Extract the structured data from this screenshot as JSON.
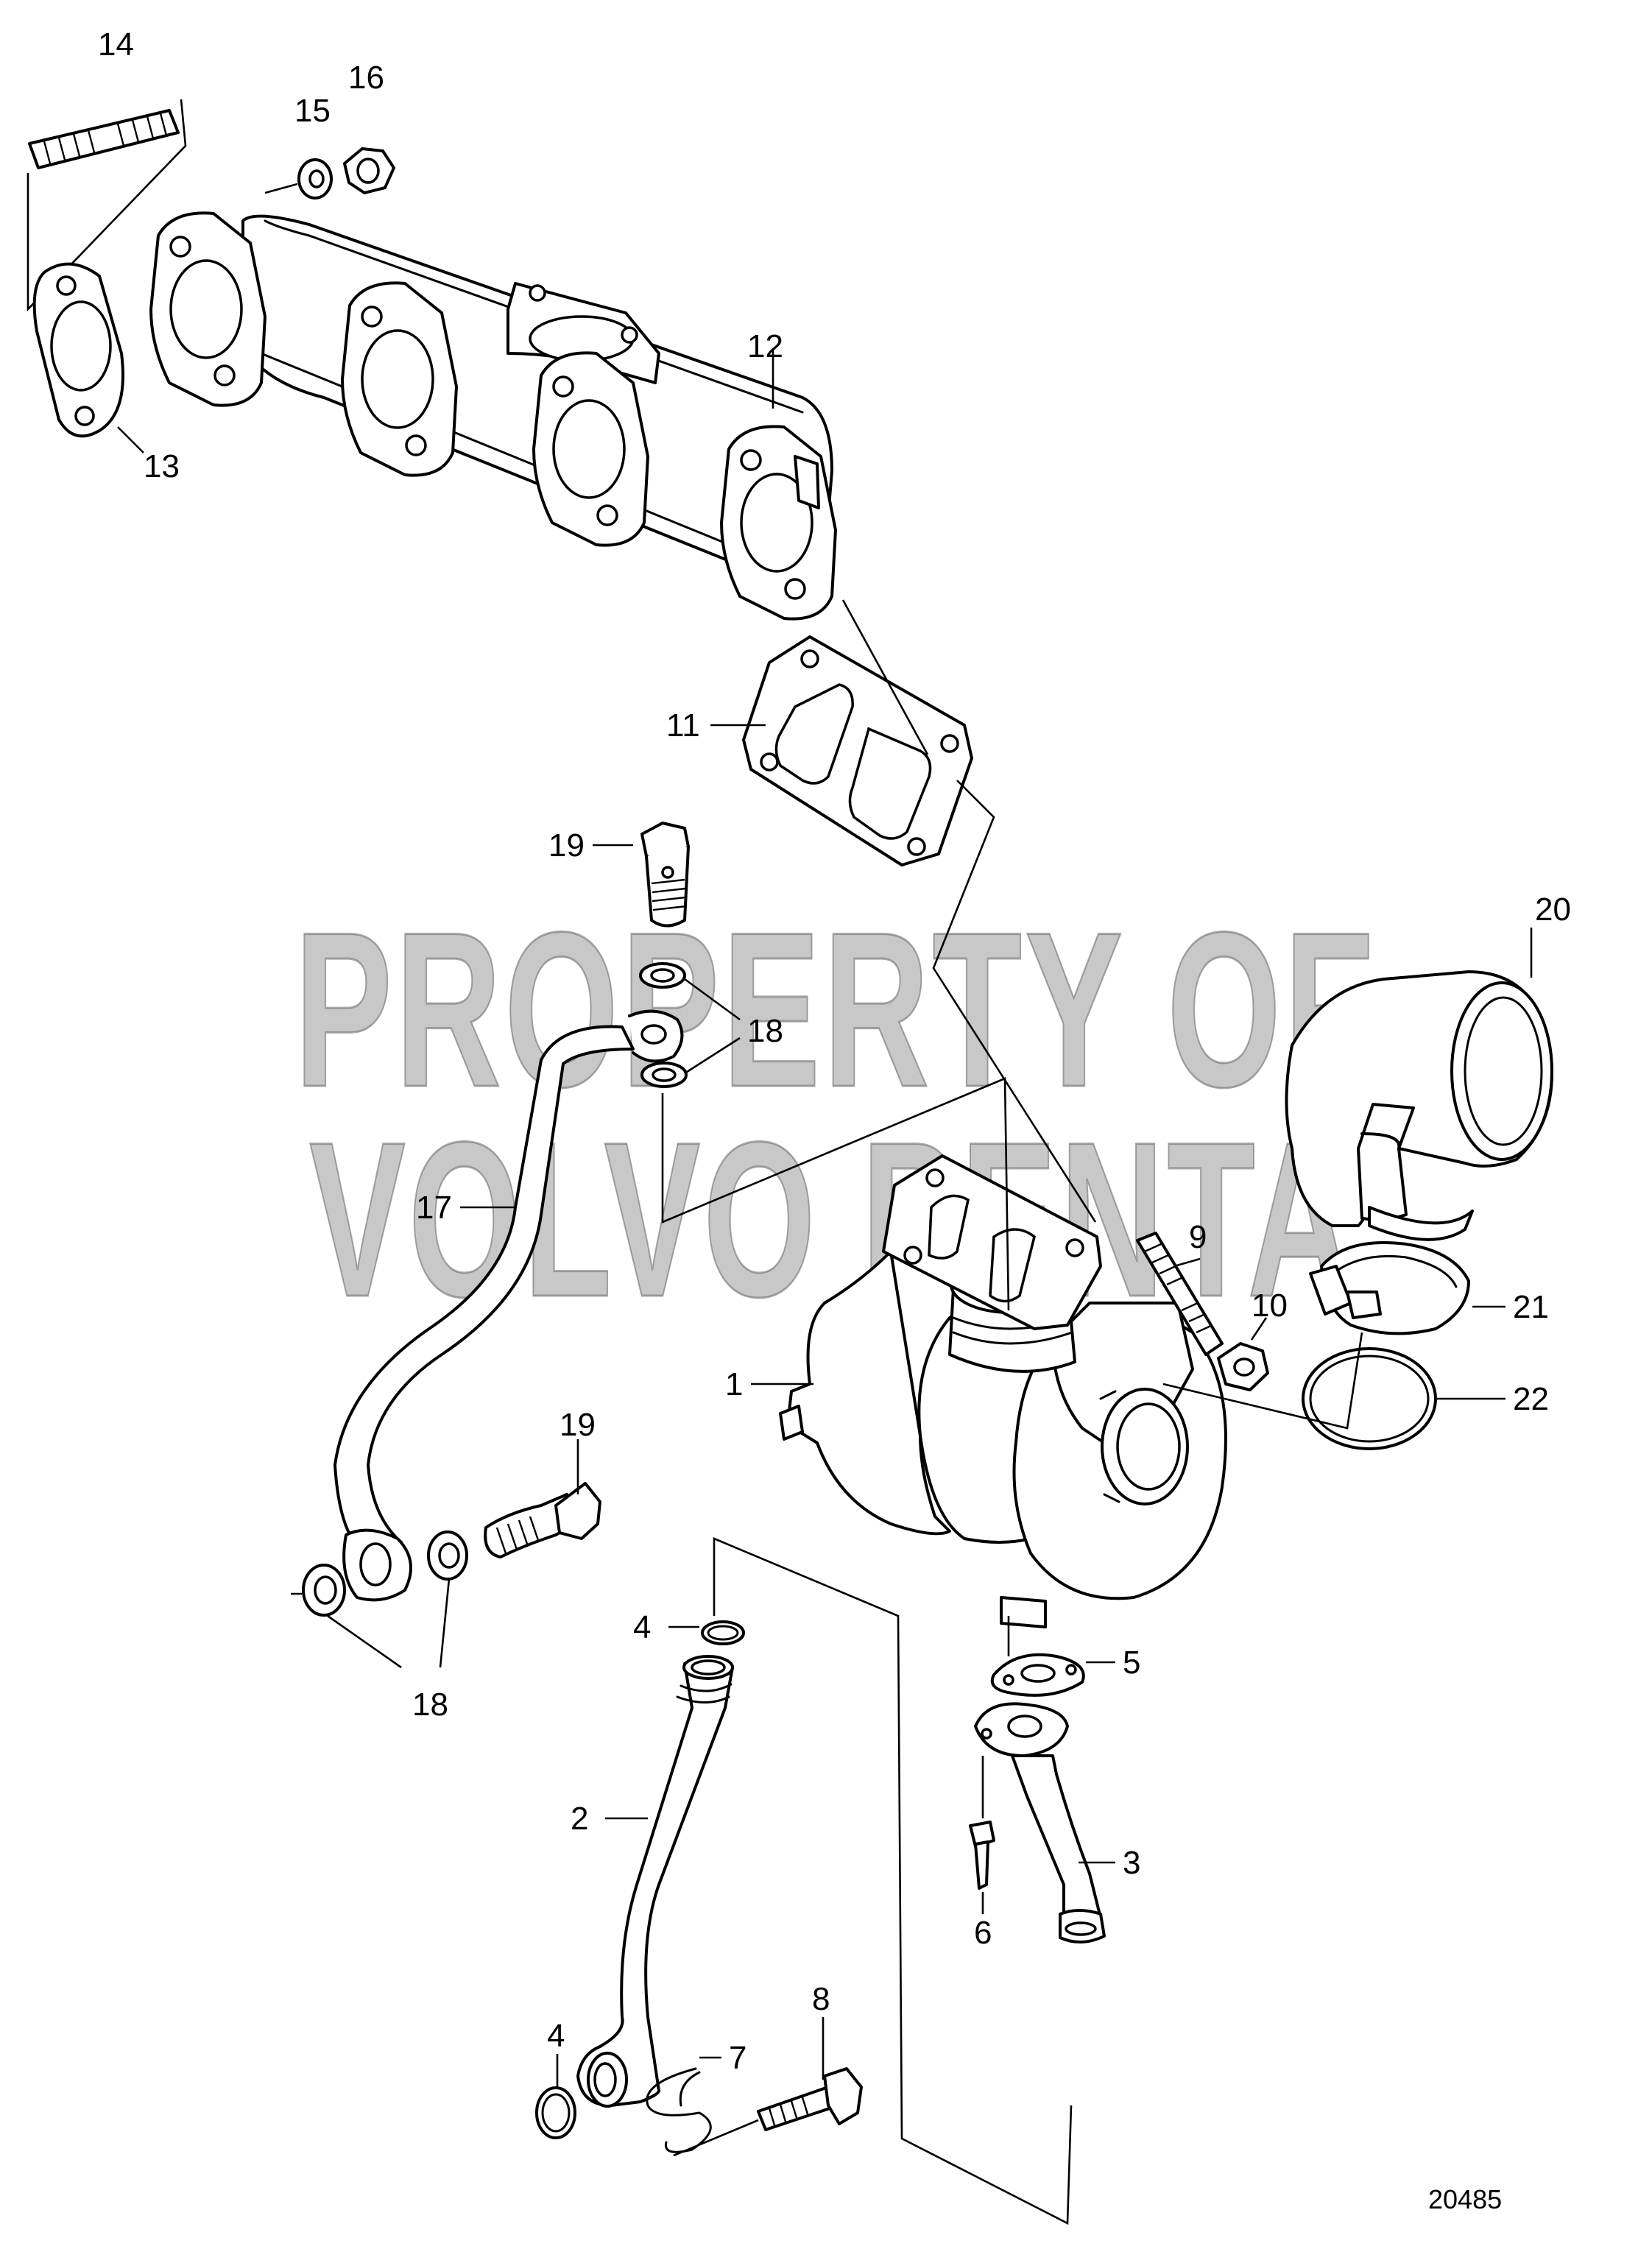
{
  "watermark": {
    "line1": "PROPERTY OF",
    "line2": "VOLVO PENTA"
  },
  "drawing_number": "20485",
  "callouts": {
    "c1": "1",
    "c2": "2",
    "c3": "3",
    "c4a": "4",
    "c4b": "4",
    "c5": "5",
    "c6": "6",
    "c7": "7",
    "c8": "8",
    "c9": "9",
    "c10": "10",
    "c11": "11",
    "c12": "12",
    "c13": "13",
    "c14": "14",
    "c15": "15",
    "c16": "16",
    "c17": "17",
    "c18a": "18",
    "c18b": "18",
    "c19a": "19",
    "c19b": "19",
    "c20": "20",
    "c21": "21",
    "c22": "22"
  },
  "colors": {
    "line": "#000000",
    "background": "#ffffff",
    "watermark": "#9a9a9a"
  }
}
